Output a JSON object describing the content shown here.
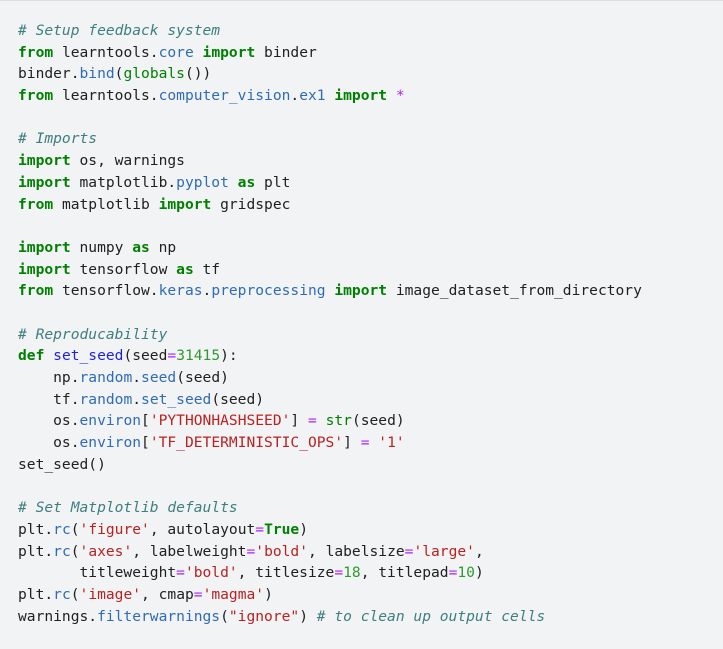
{
  "code_cell": {
    "lines": [
      [
        [
          "cm",
          "# Setup feedback system"
        ]
      ],
      [
        [
          "kw",
          "from"
        ],
        [
          "tx",
          " learntools."
        ],
        [
          "at",
          "core"
        ],
        [
          "tx",
          " "
        ],
        [
          "kw",
          "import"
        ],
        [
          "tx",
          " binder"
        ]
      ],
      [
        [
          "tx",
          "binder."
        ],
        [
          "at",
          "bind"
        ],
        [
          "tx",
          "("
        ],
        [
          "bi",
          "globals"
        ],
        [
          "tx",
          "())"
        ]
      ],
      [
        [
          "kw",
          "from"
        ],
        [
          "tx",
          " learntools."
        ],
        [
          "at",
          "computer_vision"
        ],
        [
          "tx",
          "."
        ],
        [
          "at",
          "ex1"
        ],
        [
          "tx",
          " "
        ],
        [
          "kw",
          "import"
        ],
        [
          "tx",
          " "
        ],
        [
          "op",
          "*"
        ]
      ],
      [],
      [
        [
          "cm",
          "# Imports"
        ]
      ],
      [
        [
          "kw",
          "import"
        ],
        [
          "tx",
          " os, warnings"
        ]
      ],
      [
        [
          "kw",
          "import"
        ],
        [
          "tx",
          " matplotlib."
        ],
        [
          "at",
          "pyplot"
        ],
        [
          "tx",
          " "
        ],
        [
          "kw",
          "as"
        ],
        [
          "tx",
          " plt"
        ]
      ],
      [
        [
          "kw",
          "from"
        ],
        [
          "tx",
          " matplotlib "
        ],
        [
          "kw",
          "import"
        ],
        [
          "tx",
          " gridspec"
        ]
      ],
      [],
      [
        [
          "kw",
          "import"
        ],
        [
          "tx",
          " numpy "
        ],
        [
          "kw",
          "as"
        ],
        [
          "tx",
          " np"
        ]
      ],
      [
        [
          "kw",
          "import"
        ],
        [
          "tx",
          " tensorflow "
        ],
        [
          "kw",
          "as"
        ],
        [
          "tx",
          " tf"
        ]
      ],
      [
        [
          "kw",
          "from"
        ],
        [
          "tx",
          " tensorflow."
        ],
        [
          "at",
          "keras"
        ],
        [
          "tx",
          "."
        ],
        [
          "at",
          "preprocessing"
        ],
        [
          "tx",
          " "
        ],
        [
          "kw",
          "import"
        ],
        [
          "tx",
          " image_dataset_from_directory"
        ]
      ],
      [],
      [
        [
          "cm",
          "# Reproducability"
        ]
      ],
      [
        [
          "kw",
          "def"
        ],
        [
          "tx",
          " "
        ],
        [
          "fn",
          "set_seed"
        ],
        [
          "tx",
          "(seed"
        ],
        [
          "op",
          "="
        ],
        [
          "nu",
          "31415"
        ],
        [
          "tx",
          "):"
        ]
      ],
      [
        [
          "tx",
          "    np."
        ],
        [
          "at",
          "random"
        ],
        [
          "tx",
          "."
        ],
        [
          "at",
          "seed"
        ],
        [
          "tx",
          "(seed)"
        ]
      ],
      [
        [
          "tx",
          "    tf."
        ],
        [
          "at",
          "random"
        ],
        [
          "tx",
          "."
        ],
        [
          "at",
          "set_seed"
        ],
        [
          "tx",
          "(seed)"
        ]
      ],
      [
        [
          "tx",
          "    os."
        ],
        [
          "at",
          "environ"
        ],
        [
          "tx",
          "["
        ],
        [
          "st",
          "'PYTHONHASHSEED'"
        ],
        [
          "tx",
          "] "
        ],
        [
          "op",
          "="
        ],
        [
          "tx",
          " "
        ],
        [
          "bi",
          "str"
        ],
        [
          "tx",
          "(seed)"
        ]
      ],
      [
        [
          "tx",
          "    os."
        ],
        [
          "at",
          "environ"
        ],
        [
          "tx",
          "["
        ],
        [
          "st",
          "'TF_DETERMINISTIC_OPS'"
        ],
        [
          "tx",
          "] "
        ],
        [
          "op",
          "="
        ],
        [
          "tx",
          " "
        ],
        [
          "st",
          "'1'"
        ]
      ],
      [
        [
          "tx",
          "set_seed()"
        ]
      ],
      [],
      [
        [
          "cm",
          "# Set Matplotlib defaults"
        ]
      ],
      [
        [
          "tx",
          "plt."
        ],
        [
          "at",
          "rc"
        ],
        [
          "tx",
          "("
        ],
        [
          "st",
          "'figure'"
        ],
        [
          "tx",
          ", autolayout"
        ],
        [
          "op",
          "="
        ],
        [
          "kw",
          "True"
        ],
        [
          "tx",
          ")"
        ]
      ],
      [
        [
          "tx",
          "plt."
        ],
        [
          "at",
          "rc"
        ],
        [
          "tx",
          "("
        ],
        [
          "st",
          "'axes'"
        ],
        [
          "tx",
          ", labelweight"
        ],
        [
          "op",
          "="
        ],
        [
          "st",
          "'bold'"
        ],
        [
          "tx",
          ", labelsize"
        ],
        [
          "op",
          "="
        ],
        [
          "st",
          "'large'"
        ],
        [
          "tx",
          ","
        ]
      ],
      [
        [
          "tx",
          "       titleweight"
        ],
        [
          "op",
          "="
        ],
        [
          "st",
          "'bold'"
        ],
        [
          "tx",
          ", titlesize"
        ],
        [
          "op",
          "="
        ],
        [
          "nu",
          "18"
        ],
        [
          "tx",
          ", titlepad"
        ],
        [
          "op",
          "="
        ],
        [
          "nu",
          "10"
        ],
        [
          "tx",
          ")"
        ]
      ],
      [
        [
          "tx",
          "plt."
        ],
        [
          "at",
          "rc"
        ],
        [
          "tx",
          "("
        ],
        [
          "st",
          "'image'"
        ],
        [
          "tx",
          ", cmap"
        ],
        [
          "op",
          "="
        ],
        [
          "st",
          "'magma'"
        ],
        [
          "tx",
          ")"
        ]
      ],
      [
        [
          "tx",
          "warnings."
        ],
        [
          "at",
          "filterwarnings"
        ],
        [
          "tx",
          "("
        ],
        [
          "st",
          "\"ignore\""
        ],
        [
          "tx",
          ") "
        ],
        [
          "cm",
          "# to clean up output cells"
        ]
      ]
    ]
  }
}
